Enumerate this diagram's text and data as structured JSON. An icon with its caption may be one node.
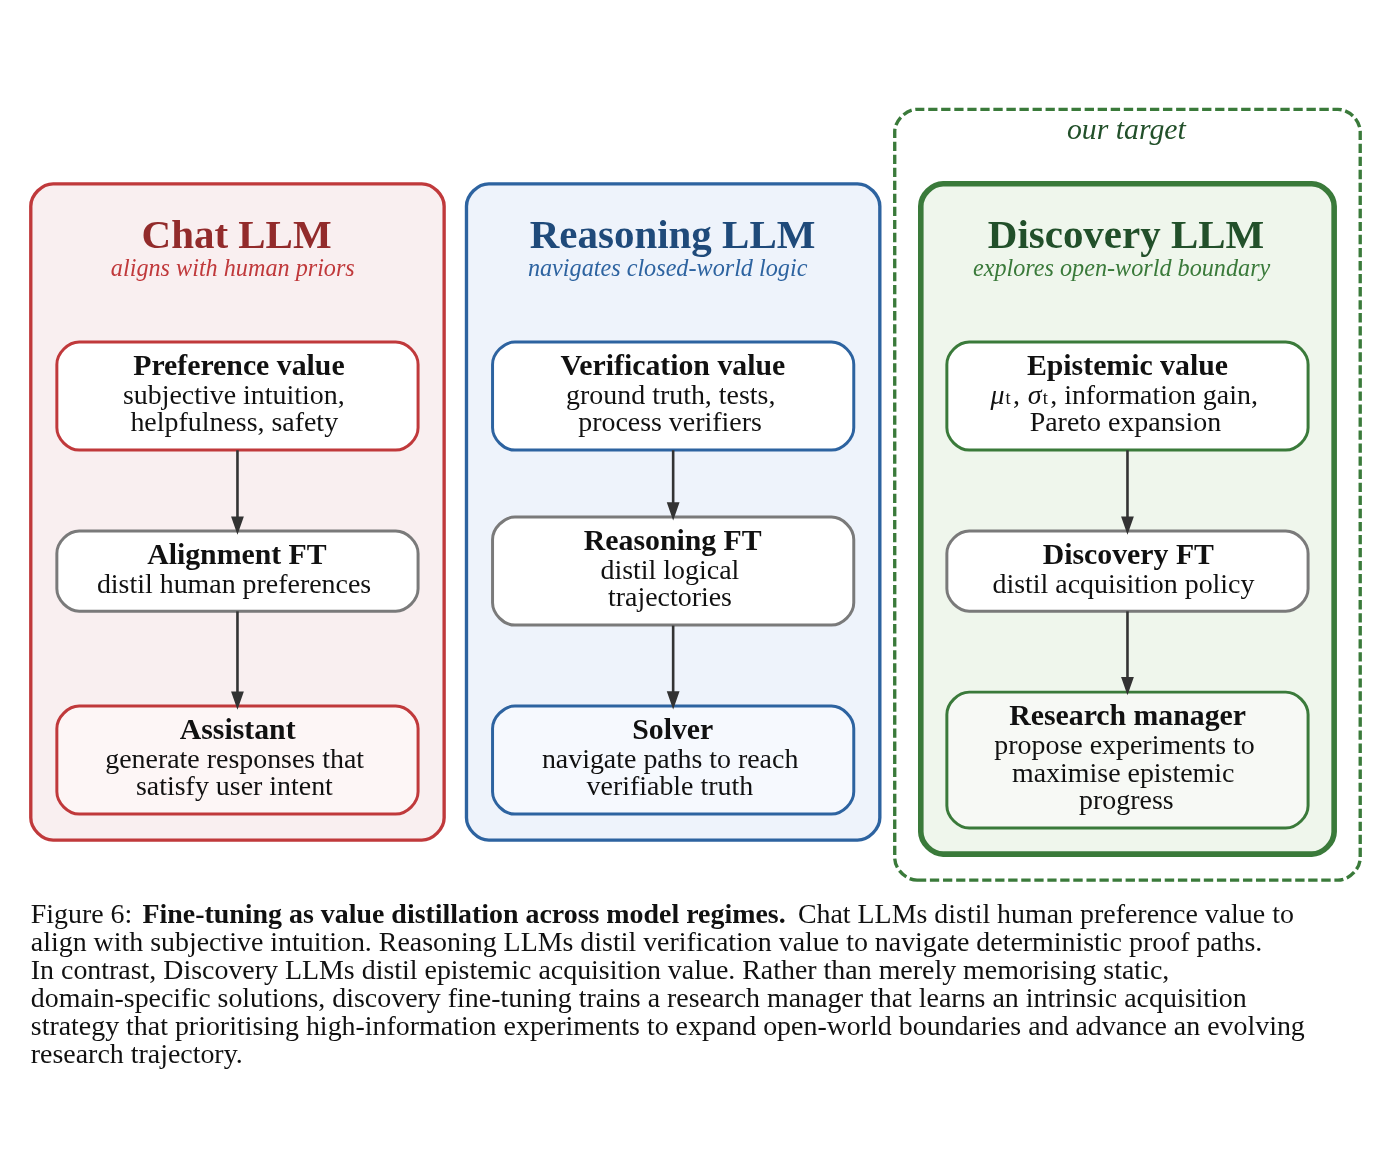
{
  "diagram": {
    "caption": "Figure 6: **Fine-tuning as value distillation across model regimes.** Chat LLMs distil human preference value to align with subjective intuition. Reasoning LLMs distil verification value to navigate deterministic proof paths. In contrast, Discovery LLMs distil epistemic acquisition value. Rather than merely memorising static, domain-specific solutions, discovery fine-tuning trains a research manager that learns an intrinsic acquisition strategy that prioritising high-information experiments to expand open-world boundaries and advance an evolving research trajectory.",
    "nodes": [
      {
        "text": [
          "Chat LLM",
          "aligns with human priors"
        ]
      },
      {
        "text": [
          "Preference value",
          "subjective intuition, helpfulness, safety"
        ],
        "in": 0
      },
      {
        "text": [
          "Alignment FT",
          "distil human preferences"
        ],
        "in": 0
      },
      {
        "text": [
          "Assistant",
          "generate responses that satisfy user intent"
        ],
        "in": 0
      },
      {
        "text": [
          "Reasoning LLM",
          "navigates closed-world logic"
        ]
      },
      {
        "text": [
          "Verification value",
          "ground truth, tests, process verifiers"
        ],
        "in": 4
      },
      {
        "text": [
          "Reasoning FT",
          "distil logical trajectories"
        ],
        "in": 4
      },
      {
        "text": [
          "Solver",
          "navigate paths to reach verifiable truth"
        ],
        "in": 4
      },
      {
        "text": [
          "our target"
        ]
      },
      {
        "text": [
          "Discovery LLM",
          "explores open-world boundary"
        ],
        "in": 8
      },
      {
        "text": [
          "Epistemic value",
          "*μ*$_{t}$, *σ*$_{t}$, information gain, Pareto expansion"
        ],
        "in": 9
      },
      {
        "text": [
          "Discovery FT",
          "distil acquisition policy"
        ],
        "in": 9
      },
      {
        "text": [
          "Research manager",
          "propose experiments to maximise epistemic progress"
        ],
        "in": 9
      }
    ],
    "edges": [
      {
        "from": 1,
        "to": 2,
        "arrow": "to"
      },
      {
        "from": 2,
        "to": 3,
        "arrow": "to"
      },
      {
        "from": 5,
        "to": 6,
        "arrow": "to"
      },
      {
        "from": 6,
        "to": 7,
        "arrow": "to"
      },
      {
        "from": 10,
        "to": 11,
        "arrow": "to"
      },
      {
        "from": 11,
        "to": 12,
        "arrow": "to"
      }
    ]
  }
}
